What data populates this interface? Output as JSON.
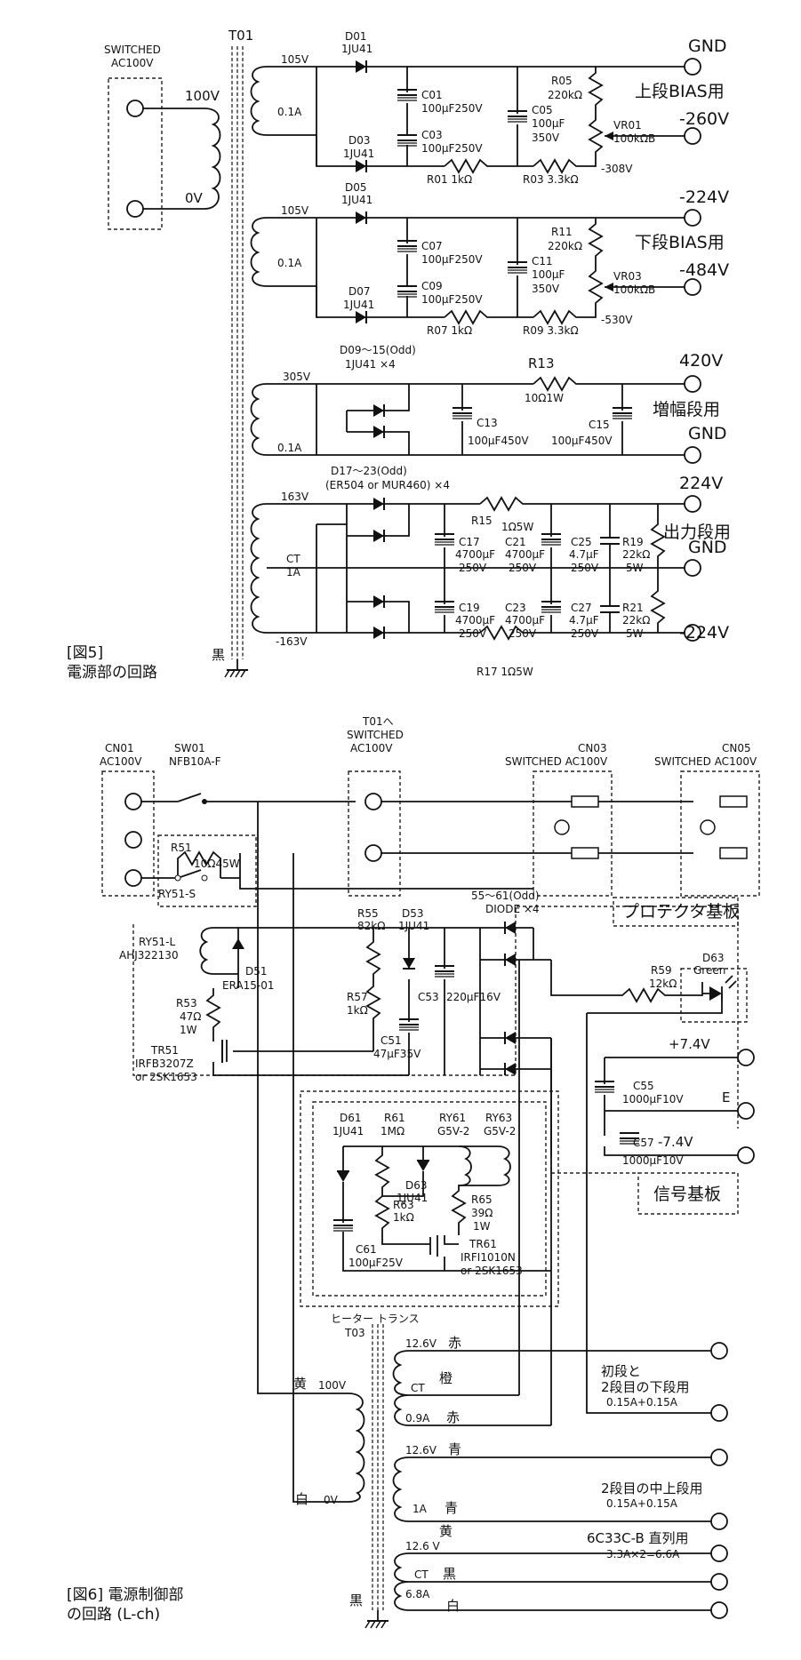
{
  "fig5": {
    "switched_box_line1": "SWITCHED",
    "switched_box_line2": "AC100V",
    "primary_100v": "100V",
    "primary_0v": "0V",
    "trans_name": "T01",
    "core_label": "黒",
    "caption_line1": "[図5]",
    "caption_line2": "電源部の回路",
    "bias_upper": {
      "tap_v": "105V",
      "tap_i": "0.1A",
      "d_top": "D01",
      "d_top_type": "1JU41",
      "d_bot": "D03",
      "d_bot_type": "1JU41",
      "c_top": "C01",
      "c_top_val": "100μF250V",
      "c_bot": "C03",
      "c_bot_val": "100μF250V",
      "c_mid": "C05",
      "c_mid_val1": "100μF",
      "c_mid_val2": "350V",
      "r_top": "R05",
      "r_top_val": "220kΩ",
      "vr": "VR01",
      "vr_val": "100kΩB",
      "r_a": "R01 1kΩ",
      "r_b": "R03 3.3kΩ",
      "node_v": "-308V",
      "out1": "GND",
      "out_label": "上段BIAS用",
      "out2": "-260V"
    },
    "bias_lower": {
      "tap_v": "105V",
      "tap_i": "0.1A",
      "d_top": "D05",
      "d_top_type": "1JU41",
      "d_bot": "D07",
      "d_bot_type": "1JU41",
      "c_top": "C07",
      "c_top_val": "100μF250V",
      "c_bot": "C09",
      "c_bot_val": "100μF250V",
      "c_mid": "C11",
      "c_mid_val1": "100μF",
      "c_mid_val2": "350V",
      "r_top": "R11",
      "r_top_val": "220kΩ",
      "vr": "VR03",
      "vr_val": "100kΩB",
      "r_a": "R07 1kΩ",
      "r_b": "R09 3.3kΩ",
      "node_v": "-530V",
      "out1": "-224V",
      "out_label": "下段BIAS用",
      "out2": "-484V"
    },
    "amp": {
      "tap_v": "305V",
      "tap_i": "0.1A",
      "diodes": "D09～15(Odd)",
      "diodes_type": "1JU41 ×4",
      "r": "R13",
      "r_val": "10Ω1W",
      "c_a": "C13",
      "c_a_val": "100μF450V",
      "c_b": "C15",
      "c_b_val": "100μF450V",
      "out1": "420V",
      "out_label": "増幅段用",
      "out2": "GND"
    },
    "output": {
      "tap_v": "163V",
      "ct": "CT",
      "ct_i": "1A",
      "tap_v2": "-163V",
      "diodes": "D17～23(Odd)",
      "diodes_type": "(ER504 or MUR460) ×4",
      "r15": "R15",
      "r15_val": "1Ω5W",
      "r17": "R17 1Ω5W",
      "c17": "C17",
      "c17_val1": "4700μF",
      "c17_val2": "250V",
      "c21": "C21",
      "c21_val1": "4700μF",
      "c21_val2": "250V",
      "c25": "C25",
      "c25_val1": "4.7μF",
      "c25_val2": "250V",
      "c19": "C19",
      "c19_val1": "4700μF",
      "c19_val2": "250V",
      "c23": "C23",
      "c23_val1": "4700μF",
      "c23_val2": "250V",
      "c27": "C27",
      "c27_val1": "4.7μF",
      "c27_val2": "250V",
      "r19": "R19",
      "r19_val1": "22kΩ",
      "r19_val2": "5W",
      "r21": "R21",
      "r21_val1": "22kΩ",
      "r21_val2": "5W",
      "out1": "224V",
      "out_label": "出力段用",
      "out2": "GND",
      "out3": "-224V"
    }
  },
  "fig6": {
    "cn01": "CN01",
    "cn01_v": "AC100V",
    "sw01": "SW01",
    "sw01_type": "NFB10A-F",
    "t01_to": "T01へ",
    "t01_sw": "SWITCHED",
    "t01_v": "AC100V",
    "cn03": "CN03",
    "cn03_label": "SWITCHED AC100V",
    "cn05": "CN05",
    "cn05_label": "SWITCHED AC100V",
    "r51": "R51",
    "r51_val": "10Ω45W",
    "ry51s": "RY51-S",
    "ry51l": "RY51-L",
    "ry51l_type": "AHJ322130",
    "d51": "D51",
    "d51_type": "ERA15-01",
    "r53": "R53",
    "r53_val1": "47Ω",
    "r53_val2": "1W",
    "tr51": "TR51",
    "tr51_type1": "IRFB3207Z",
    "tr51_type2": "or 2SK1653",
    "r55": "R55",
    "r55_val": "82kΩ",
    "d53": "D53",
    "d53_type": "1JU41",
    "r57": "R57",
    "r57_val": "1kΩ",
    "c51": "C51",
    "c51_val": "47μF35V",
    "c53": "C53",
    "c53_val": "220μF16V",
    "diodes": "55～61(Odd)",
    "diodes_type": "DIODE ×4",
    "protector": "プロテクタ基板",
    "r59": "R59",
    "r59_val": "12kΩ",
    "d63_led": "D63",
    "d63_color": "Green",
    "v_pos": "+7.4V",
    "c55": "C55",
    "c55_val": "1000μF10V",
    "v_e": "E",
    "c57": "C57",
    "v_neg": "-7.4V",
    "c57_val": "1000μF10V",
    "signal_board": "信号基板",
    "d61": "D61",
    "d61_type": "1JU41",
    "r61": "R61",
    "r61_val": "1MΩ",
    "ry61": "RY61",
    "ry61_type": "G5V-2",
    "ry63": "RY63",
    "ry63_type": "G5V-2",
    "d63": "D63",
    "d63_type": "1JU41",
    "r65": "R65",
    "r65_val1": "39Ω",
    "r65_val2": "1W",
    "r63": "R63",
    "r63_val": "1kΩ",
    "c61": "C61",
    "c61_val": "100μF25V",
    "tr61": "TR61",
    "tr61_type1": "IRFI1010N",
    "tr61_type2": "or 2SK1653",
    "heater_trans": "ヒーター トランス",
    "t03": "T03",
    "pri_yellow": "黄",
    "pri_100v": "100V",
    "pri_white": "白",
    "pri_0v": "0V",
    "core": "黒",
    "sec1": {
      "v": "12.6V",
      "c1": "赤",
      "ct": "CT",
      "c2": "橙",
      "i": "0.9A",
      "c3": "赤",
      "label1": "初段と",
      "label2": "2段目の下段用",
      "label3": "0.15A+0.15A"
    },
    "sec2": {
      "v": "12.6V",
      "c1": "青",
      "i": "1A",
      "c2": "青",
      "label1": "2段目の中上段用",
      "label2": "0.15A+0.15A"
    },
    "sec3": {
      "top": "黄",
      "v": "12.6 V",
      "ct": "CT",
      "c1": "黒",
      "i": "6.8A",
      "c2": "白",
      "label1": "6C33C-B 直列用",
      "label2": "3.3A×2=6.6A"
    },
    "caption_line1": "[図6]  電源制御部",
    "caption_line2": "の回路 (L-ch)"
  }
}
